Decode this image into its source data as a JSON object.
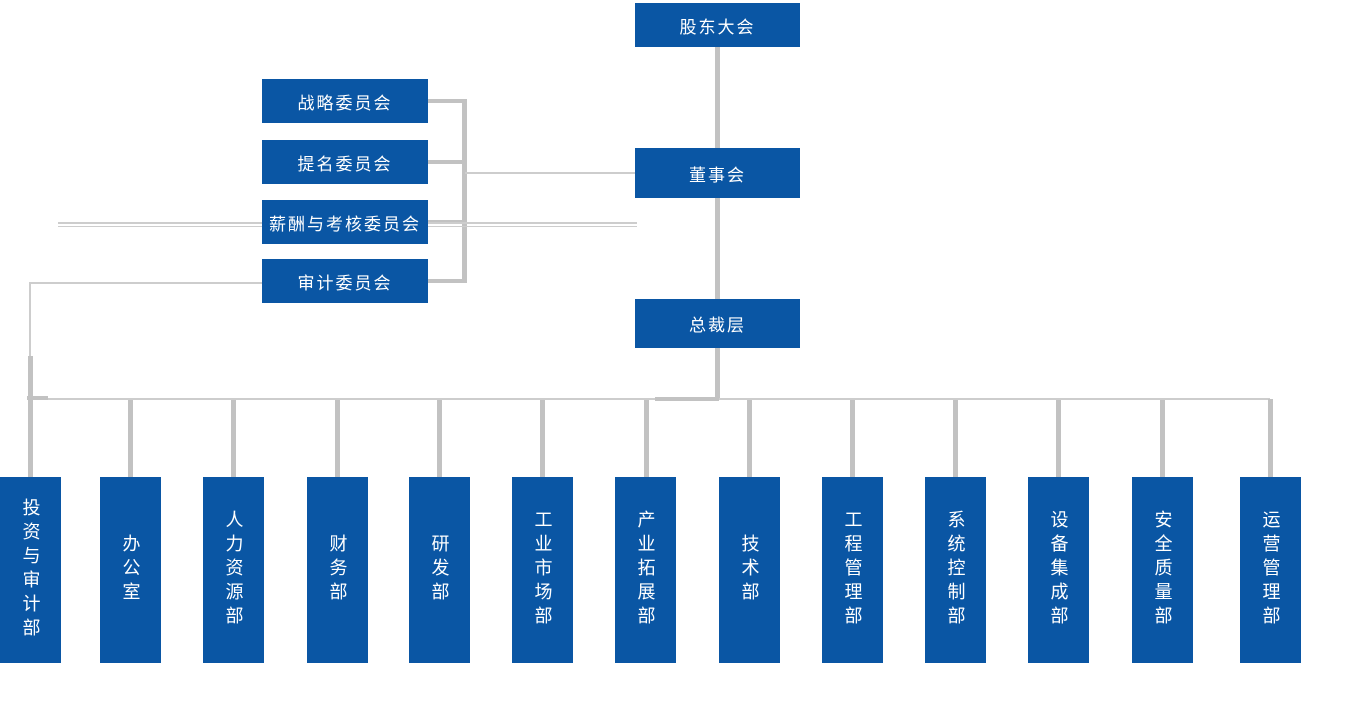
{
  "colors": {
    "node_blue": "#0a56a4",
    "line_gray": "#c2c2c2",
    "line_gray_light": "#cdcdcd",
    "text_white": "#ffffff"
  },
  "nodes": {
    "shareholders": {
      "label": "股东大会"
    },
    "board": {
      "label": "董事会"
    },
    "president": {
      "label": "总裁层"
    }
  },
  "committees": [
    {
      "label": "战略委员会"
    },
    {
      "label": "提名委员会"
    },
    {
      "label": "薪酬与考核委员会"
    },
    {
      "label": "审计委员会"
    }
  ],
  "departments": [
    {
      "label": "投资与审计部"
    },
    {
      "label": "办公室"
    },
    {
      "label": "人力资源部"
    },
    {
      "label": "财务部"
    },
    {
      "label": "研发部"
    },
    {
      "label": "工业市场部"
    },
    {
      "label": "产业拓展部"
    },
    {
      "label": "技术部"
    },
    {
      "label": "工程管理部"
    },
    {
      "label": "系统控制部"
    },
    {
      "label": "设备集成部"
    },
    {
      "label": "安全质量部"
    },
    {
      "label": "运营管理部"
    }
  ]
}
